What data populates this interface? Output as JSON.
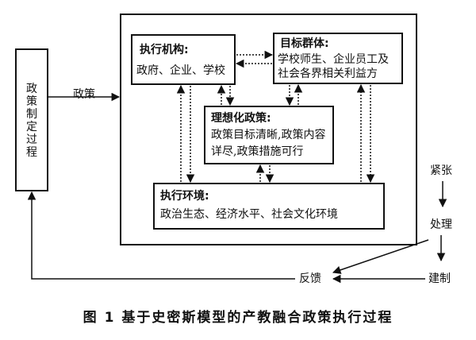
{
  "policy_making": {
    "label": "政策制定过程"
  },
  "arrow_policy": "政策",
  "exec_body": {
    "title": "执行机构:",
    "content": "政府、企业、学校"
  },
  "target_group": {
    "title": "目标群体:",
    "line1": "学校师生、企业员工及",
    "line2": "社会各界相关利益方"
  },
  "ideal_policy": {
    "title": "理想化政策:",
    "line1": "政策目标清晰,政策内容",
    "line2": "详尽,政策措施可行"
  },
  "environment": {
    "title": "执行环境:",
    "content": "政治生态、经济水平、社会文化环境"
  },
  "side_flow": {
    "tension": "紧张",
    "handling": "处理",
    "construction": "建制"
  },
  "feedback": "反馈",
  "caption": "图 1   基于史密斯模型的产教融合政策执行过程"
}
